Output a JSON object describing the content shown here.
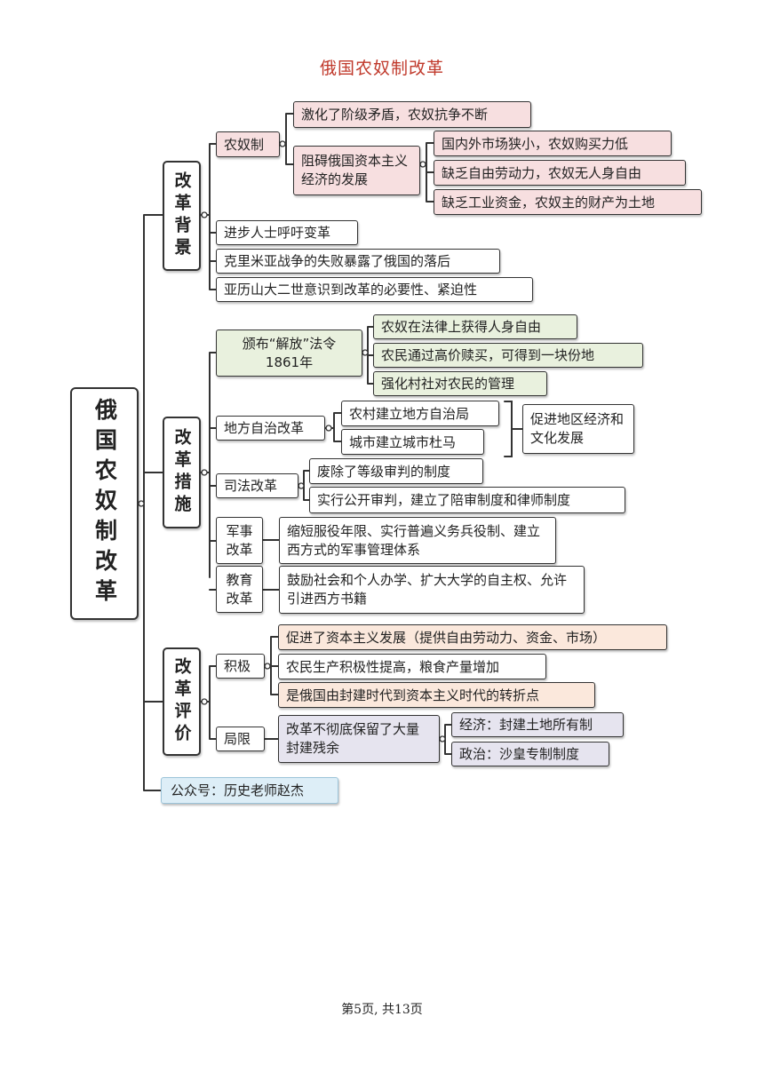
{
  "title": "俄国农奴制改革",
  "root": "俄国农奴制改革",
  "background": {
    "label": "改革背景",
    "serfdom": {
      "label": "农奴制",
      "conflict": "激化了阶级矛盾，农奴抗争不断",
      "obstacle": {
        "label": "阻碍俄国资本主义经济的发展",
        "reasons": [
          "国内外市场狭小，农奴购买力低",
          "缺乏自由劳动力，农奴无人身自由",
          "缺乏工业资金，农奴主的财产为土地"
        ]
      }
    },
    "items": [
      "进步人士呼吁变革",
      "克里米亚战争的失败暴露了俄国的落后",
      "亚历山大二世意识到改革的必要性、紧迫性"
    ]
  },
  "measures": {
    "label": "改革措施",
    "decree": {
      "label": "颁布“解放”法令",
      "year": "1861年",
      "items": [
        "农奴在法律上获得人身自由",
        "农民通过高价赎买，可得到一块份地",
        "强化村社对农民的管理"
      ]
    },
    "local": {
      "label": "地方自治改革",
      "items": [
        "农村建立地方自治局",
        "城市建立城市杜马"
      ],
      "result": "促进地区经济和文化发展"
    },
    "judicial": {
      "label": "司法改革",
      "items": [
        "废除了等级审判的制度",
        "实行公开审判，建立了陪审制度和律师制度"
      ]
    },
    "military": {
      "label": "军事改革",
      "text": "缩短服役年限、实行普遍义务兵役制、建立西方式的军事管理体系"
    },
    "education": {
      "label": "教育改革",
      "text": "鼓励社会和个人办学、扩大大学的自主权、允许引进西方书籍"
    }
  },
  "evaluation": {
    "label": "改革评价",
    "positive": {
      "label": "积极",
      "items": [
        "促进了资本主义发展（提供自由劳动力、资金、市场）",
        "农民生产积极性提高，粮食产量增加",
        "是俄国由封建时代到资本主义时代的转折点"
      ]
    },
    "limits": {
      "label": "局限",
      "text": "改革不彻底保留了大量封建残余",
      "items": [
        "经济：封建土地所有制",
        "政治：沙皇专制制度"
      ]
    }
  },
  "account": "公众号：历史老师赵杰",
  "footer": "第5页, 共13页",
  "colors": {
    "title": "#c0392b",
    "pink": "#f7dfe0",
    "green": "#e9f1de",
    "peach": "#fbe8dc",
    "lavender": "#e6e4ef",
    "blue": "#ddeef7"
  }
}
